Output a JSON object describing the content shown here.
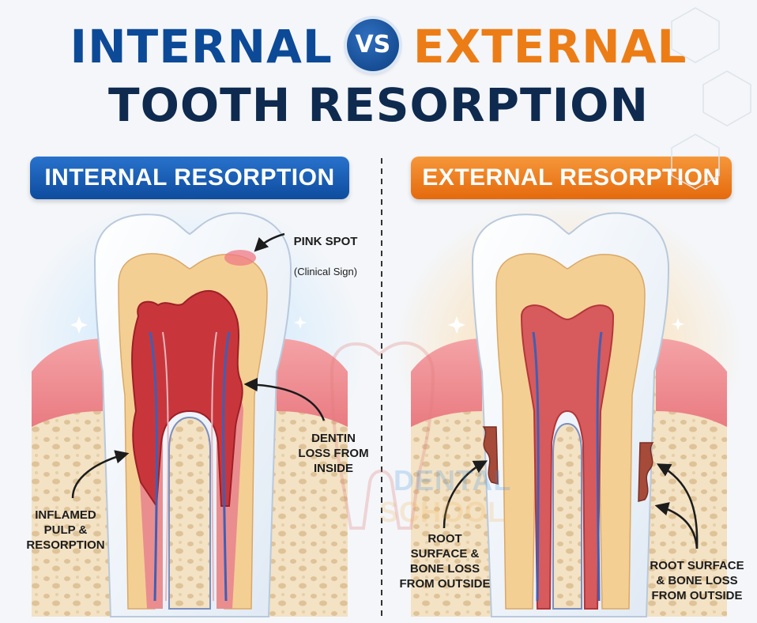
{
  "title": {
    "internal": "INTERNAL",
    "vs": "VS",
    "external": "EXTERNAL",
    "subtitle": "TOOTH RESORPTION"
  },
  "panels": {
    "internal": {
      "header": "INTERNAL RESORPTION",
      "labels": {
        "pink_spot": "PINK SPOT",
        "pink_spot_note": "(Clinical Sign)",
        "dentin_loss": "DENTIN\nLOSS FROM\nINSIDE",
        "inflamed_pulp": "INFLAMED\nPULP &\nRESORPTION"
      }
    },
    "external": {
      "header": "EXTERNAL RESORPTION",
      "labels": {
        "root_left": "ROOT\nSURFACE &\nBONE LOSS\nFROM OUTSIDE",
        "root_right": "ROOT SURFACE\n& BONE LOSS\nFROM OUTSIDE"
      }
    }
  },
  "watermark": {
    "line1": "DENTAL",
    "line2": "SCHOOL"
  },
  "colors": {
    "internal_blue": "#0c4a97",
    "external_orange": "#ec7d16",
    "navy": "#0f2a4f",
    "enamel": "#ffffff",
    "dentin": "#f4cf93",
    "pulp": "#cf4f53",
    "gum": "#ee8d92",
    "bone": "#f3e2c4"
  },
  "icons": [
    "tooth-icon",
    "arrow-icon",
    "sparkle-icon"
  ]
}
